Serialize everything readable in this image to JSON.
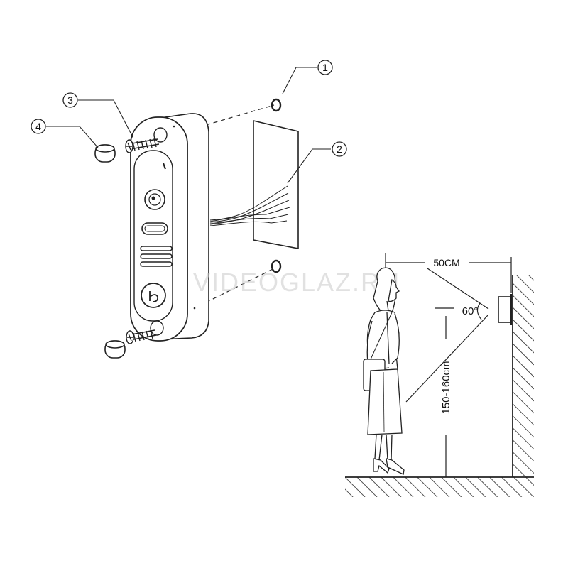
{
  "callouts": [
    {
      "id": "c1",
      "text": "1"
    },
    {
      "id": "c2",
      "text": "2"
    },
    {
      "id": "c3",
      "text": "3"
    },
    {
      "id": "c4",
      "text": "4"
    }
  ],
  "mounting": {
    "distance_label": "50CM",
    "angle_label": "60°",
    "height_label": "150-160cm"
  },
  "watermark": "VIDEOGLAZ.RU"
}
